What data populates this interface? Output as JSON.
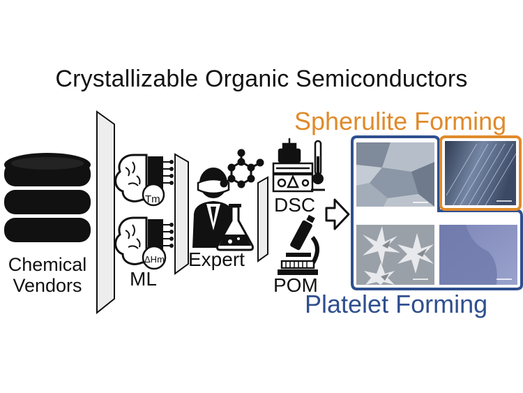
{
  "title": "Crystallizable Organic Semiconductors",
  "labels": {
    "vendors_line1": "Chemical",
    "vendors_line2": "Vendors",
    "ml": "ML",
    "expert": "Expert",
    "dsc": "DSC",
    "pom": "POM",
    "spherulite": "Spherulite Forming",
    "platelet": "Platelet Forming",
    "tm_symbol": "Tm",
    "dh_symbol": "ΔHm"
  },
  "colors": {
    "spherulite": "#E08A2A",
    "platelet": "#2F4F8F",
    "ink": "#111111",
    "filter": "#EDEDED"
  },
  "icons": [
    "database-icon",
    "brain-chip-icon",
    "scientist-icon",
    "molecule-icon",
    "flask-icon",
    "dsc-instrument-icon",
    "thermometer-icon",
    "microscope-icon",
    "arrow-right-icon"
  ],
  "micrographs": [
    "grain-micrograph",
    "striated-micrograph",
    "star-micrograph",
    "smooth-micrograph"
  ]
}
